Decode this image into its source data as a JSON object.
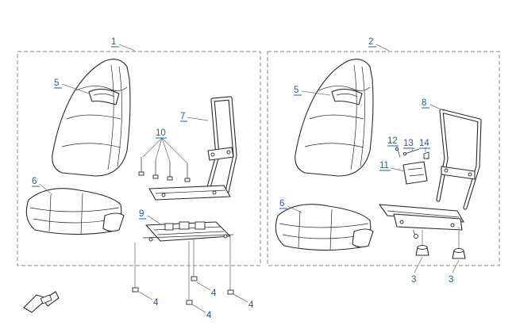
{
  "diagram": {
    "callouts": {
      "c1": "1",
      "c2": "2",
      "c5a": "5",
      "c6a": "6",
      "c7": "7",
      "c9": "9",
      "c10": "10",
      "c4a": "4",
      "c4b": "4",
      "c4c": "4",
      "c4d": "4",
      "c5b": "5",
      "c6b": "6",
      "c8": "8",
      "c11": "11",
      "c12": "12",
      "c13": "13",
      "c14": "14",
      "c3a": "3",
      "c3b": "3"
    },
    "colors": {
      "callout": "#1f5fa8",
      "frame": "#8a8a8a",
      "line": "#2b2b2b"
    },
    "icons": {
      "front_indicator": "front-arrow-icon"
    }
  }
}
